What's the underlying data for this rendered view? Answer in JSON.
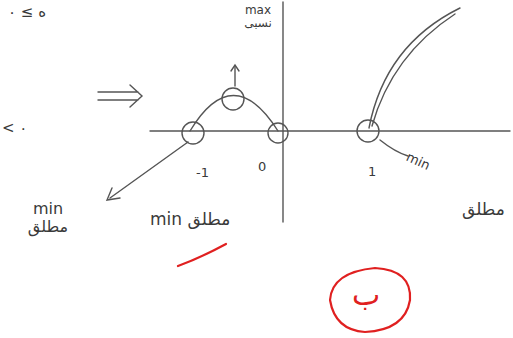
{
  "diagram": {
    "labels": [
      "ه ≥ ۰",
      "< ۰",
      "max نسبی",
      "-1",
      "0",
      "1",
      "min",
      "مطلق",
      "min مطلق",
      "min مطلق",
      "ب"
    ]
  }
}
